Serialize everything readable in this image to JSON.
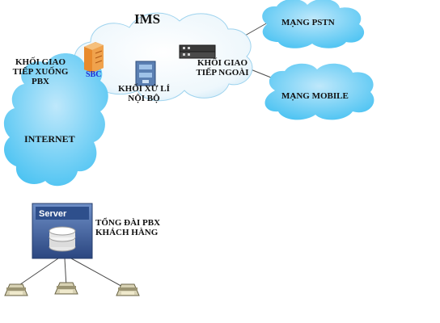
{
  "colors": {
    "cloud_fill": "#7fd3f7",
    "cloud_light": "#e3f3fb",
    "sbc_orange": "#e88a2c",
    "sbc_text": "#1e2fd6",
    "server_blue": "#3c5a96",
    "line": "#4a4a4a"
  },
  "ims": {
    "title": "IMS",
    "sbc_label": "SBC",
    "internal_processing": [
      "KHỐI XỬ LÍ",
      "NỘI BỘ"
    ],
    "external_interface": [
      "KHỐI GIAO",
      "TIẾP NGOÀI"
    ]
  },
  "downlink_interface": [
    "KHỐI GIAO",
    "TIẾP XUỐNG",
    "PBX"
  ],
  "internet_label": "INTERNET",
  "pstn_label": "MẠNG PSTN",
  "mobile_label": "MẠNG MOBILE",
  "server": {
    "badge": "Server",
    "caption": [
      "TỔNG ĐÀI PBX",
      "KHÁCH HÀNG"
    ]
  },
  "icons": {
    "sbc": "sbc-server-icon",
    "processing": "internal-processing-server-icon",
    "gateway": "gateway-router-icon",
    "pbx": "pbx-server-icon",
    "phone": "desk-phone-icon"
  }
}
